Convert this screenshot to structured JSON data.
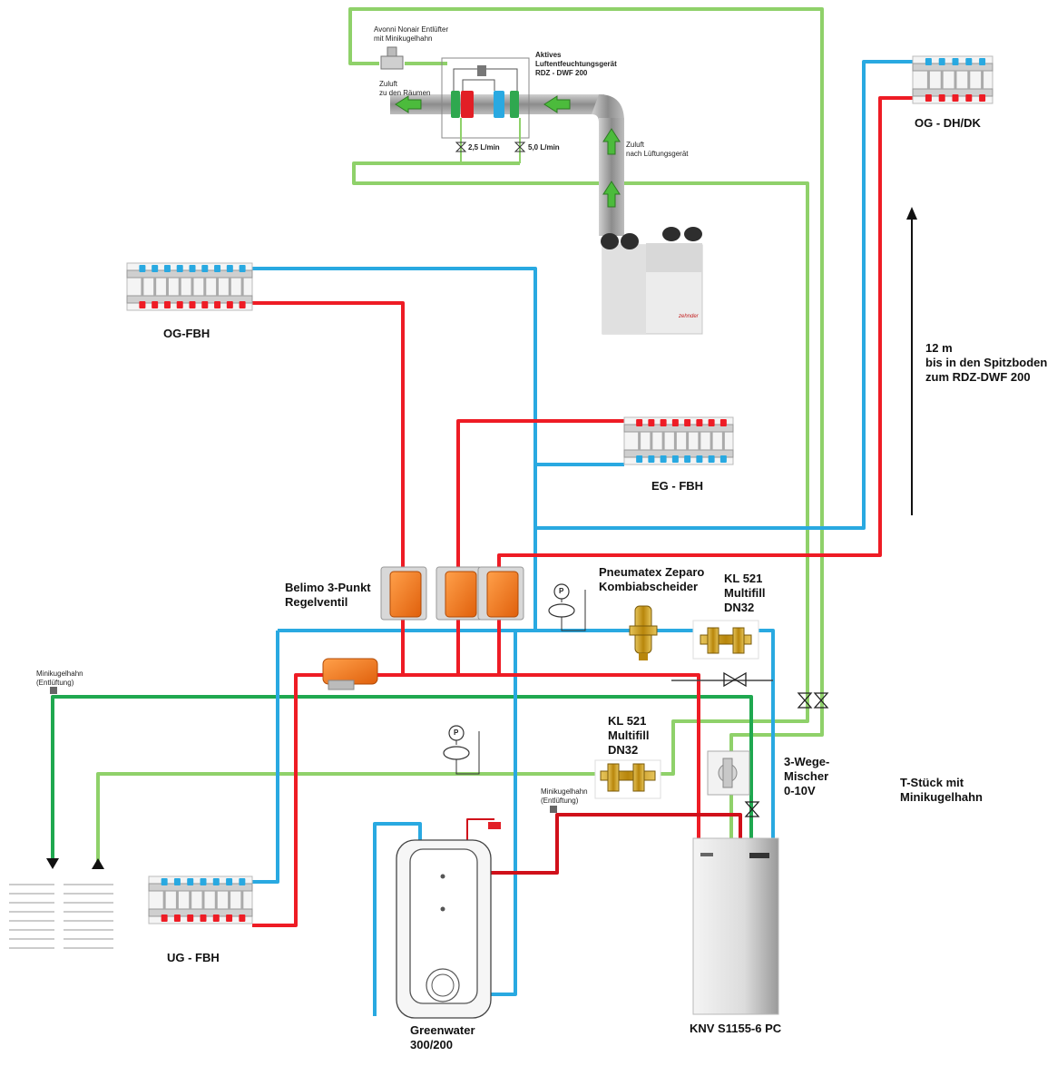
{
  "labels": {
    "avonni": "Avonni Nonair Entlüfter\nmit Minikugelhahn",
    "aktives": "Aktives\nLuftentfeuchtungsgerät\nRDZ - DWF 200",
    "zuluft_raeume": "Zuluft\nzu den Räumen",
    "zuluft_lueftung": "Zuluft\nnach Lüftungsgerät",
    "flow_25": "2,5 L/min",
    "flow_50": "5,0 L/min",
    "og_dhdk": "OG - DH/DK",
    "og_fbh": "OG-FBH",
    "eg_fbh": "EG - FBH",
    "ug_fbh": "UG - FBH",
    "hoehe": "12 m\nbis in den Spitzboden\nzum RDZ-DWF 200",
    "belimo": "Belimo 3-Punkt\nRegelventil",
    "zeparo": "Pneumatex Zeparo\nKombiabscheider",
    "kl521_top": "KL 521\nMultifill\nDN32",
    "kl521_mid": "KL 521\nMultifill\nDN32",
    "minikugel_left": "Minikugelhahn\n(Entlüftung)",
    "minikugel_mid": "Minikugelhahn\n(Entlüftung)",
    "mischer": "3-Wege-\nMischer\n0-10V",
    "tstueck": "T-Stück mit\nMinikugelhahn",
    "greenwater": "Greenwater\n300/200",
    "knv": "KNV S1155-6 PC",
    "gauge_p": "P"
  },
  "colors": {
    "supply": "#ee1c25",
    "return": "#29a9e1",
    "brine_dark": "#1fa84f",
    "brine_light": "#8fd16a",
    "actuator": "#f07a20",
    "brass": "#c9a227",
    "duct": "#a9a9a9"
  },
  "icons": {
    "arrow_up": "arrow-up-icon",
    "pressure_gauge": "pressure-gauge-icon",
    "valve": "valve-icon"
  }
}
